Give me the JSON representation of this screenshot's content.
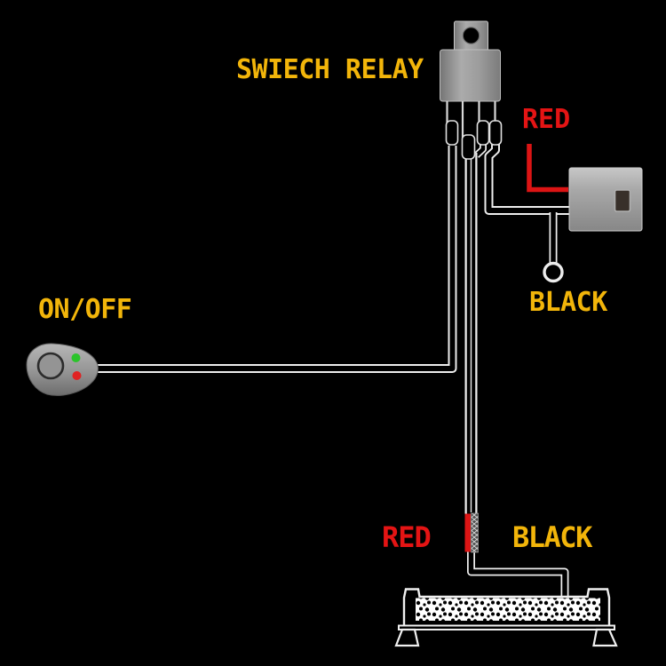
{
  "labels": {
    "relay": "SWIECH RELAY",
    "battery_positive": "RED",
    "battery_ground": "BLACK",
    "switch": "ON/OFF",
    "lightbar_positive": "RED",
    "lightbar_negative": "BLACK"
  },
  "colors": {
    "background": "#000000",
    "label-yellow": "#f2b50a",
    "label-red": "#e41414",
    "wire-red": "#dc1414",
    "wire-outline": "#ededed",
    "metal-gray": "#9a9a9a",
    "led-green": "#2bc42b",
    "led-red": "#e02222"
  }
}
